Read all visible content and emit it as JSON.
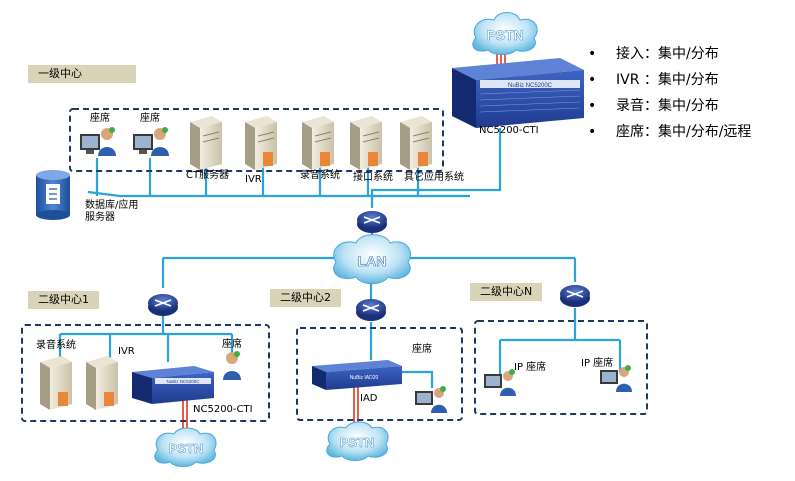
{
  "regions": {
    "level1": "一级中心",
    "level2_1": "二级中心1",
    "level2_2": "二级中心2",
    "level2_n": "二级中心N"
  },
  "top": {
    "pstn": "PSTN",
    "cti_label": "NC5200-CTI",
    "device_face": "NuBiz NC5200C"
  },
  "bullets": [
    "接入：集中/分布",
    "IVR ：集中/分布",
    "录音：集中/分布",
    "座席：集中/分布/远程"
  ],
  "level1_nodes": {
    "agent1": "座席",
    "agent2": "座席",
    "cti_server": "CT服务器",
    "ivr": "IVR",
    "recording": "录音系统",
    "interface": "接口系统",
    "other": "其它应用系统",
    "database": "数据库/应用服务器"
  },
  "lan": "LAN",
  "center1": {
    "recording": "录音系统",
    "ivr": "IVR",
    "agent": "座席",
    "cti_label": "NC5200-CTI",
    "device_face": "NuBiz NC5200C",
    "pstn": "PSTN"
  },
  "center2": {
    "agent": "座席",
    "iad": "IAD",
    "device_face": "NuBiz IAD20",
    "pstn": "PSTN"
  },
  "centerN": {
    "ip_agent1": "IP 座席",
    "ip_agent2": "IP 座席"
  },
  "colors": {
    "network_line": "#29a3d9",
    "dashed_box": "#1f3864",
    "tag_bg": "#d9d3b8",
    "device_blue": "#2b4fa8",
    "pstn_line": "#e0341c"
  }
}
